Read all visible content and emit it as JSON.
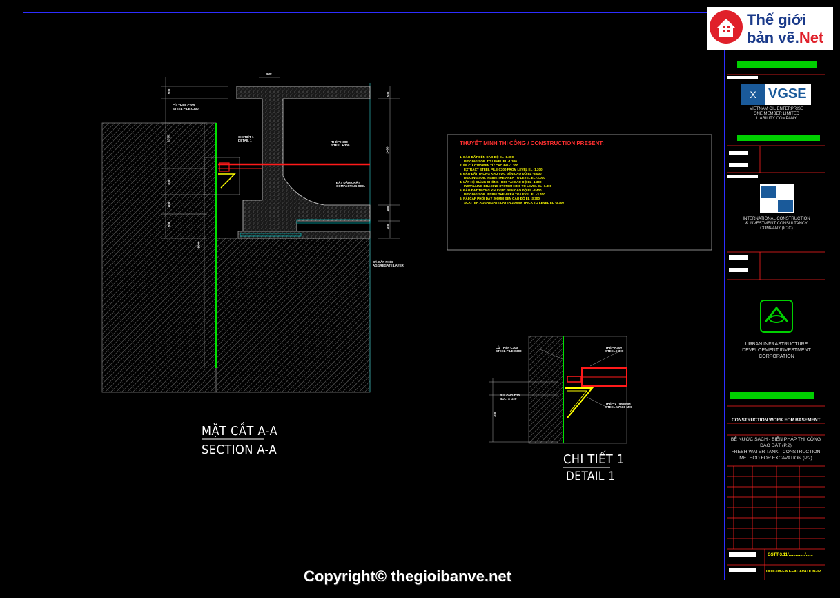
{
  "section": {
    "title_vi": "MẶT CẮT A-A",
    "title_en": "SECTION A-A",
    "labels": {
      "pile": [
        "CỪ THÉP C300",
        "STEEL PILE C300"
      ],
      "detail_ref": [
        "CHI TIẾT 1",
        "DETAIL 1"
      ],
      "steel": [
        "THÉP H300",
        "STEEL H300"
      ],
      "compact": [
        "ĐẤT ĐẦM CHẶT",
        "COMPACTING SOIL"
      ],
      "aggregate": [
        "ĐÁ CẤP PHỐI",
        "AGGREGATE LAYER"
      ]
    },
    "dims": {
      "top": "500",
      "left": [
        "500",
        "1700",
        "700",
        "400",
        "500",
        "6000"
      ],
      "right": [
        "500",
        "2400",
        "400",
        "500"
      ]
    }
  },
  "detail": {
    "title_vi": "CHI TIẾT 1",
    "title_en": "DETAIL 1",
    "labels": {
      "pile": [
        "CỪ THÉP C300",
        "STEEL PILE C300"
      ],
      "steel": [
        "THÉP H300",
        "STEEL H300"
      ],
      "bolt": [
        "BULONG D20",
        "BOLTS D20"
      ],
      "angle": [
        "THÉP V 75X6 MM",
        "STEEL V75X6 MM"
      ]
    },
    "dim": "700"
  },
  "notes": {
    "title": "THUYẾT MINH THI CÔNG / CONSTRUCTION PRESENT:",
    "lines": [
      "1. ĐÀO ĐẤT ĐẾN CAO ĐỘ EL -1.300",
      "DIGGING SOIL TO LEVEL EL -1.300",
      "2. ÉP CỪ C300 ĐẾN TỪ CAO ĐỘ -1.300",
      "EXTRACT STEEL PILE C300 FROM LEVEL EL -1.300",
      "3. ĐÀO ĐẤT TRONG KHU VỰC ĐẾN CAO ĐỘ EL -3.000",
      "DIGGING SOIL INSIDE THE AREA TO LEVEL EL -3.000",
      "4. LẮP HỆ GIẰNG CHỐNG H300 TẠI CAO ĐỘ EL -1.300",
      "INSTALLING BRACING SYSTEM H300 TO LEVEL EL -1.300",
      "5. ĐÀO ĐẤT TRONG KHU VỰC ĐẾN CAO ĐỘ EL -3.400",
      "DIGGING SOIL INSIDE THE AREA TO LEVEL EL -3.400",
      "6. RẢI CẤP PHỐI DÀY 200MM ĐẾN CAO ĐỘ EL -3.300",
      "SCATTER AGGREGATE LAYER 200MM THICK TO LEVEL EL -3.300"
    ]
  },
  "titleblock": {
    "vgse_name": "VGSE",
    "vgse_desc": [
      "VIETNAM OIL ENTERPRISE",
      "ONE MEMBER LIMITED",
      "LIABILITY COMPANY"
    ],
    "icc_desc": [
      "INTERNATIONAL CONSTRUCTION",
      "& INVESTMENT CONSULTANCY",
      "COMPANY (ICIC)"
    ],
    "udic_desc": [
      "URBAN INFRASTRUCTURE",
      "DEVELOPMENT INVESTMENT",
      "CORPORATION"
    ],
    "work_title": "CONSTRUCTION WORK FOR BASEMENT",
    "drawing_title": [
      "BỂ NƯỚC SẠCH - BIỆN PHÁP THI CÔNG",
      "ĐÀO ĐẤT (P.2)",
      "FRESH WATER TANK - CONSTRUCTION",
      "METHOD FOR EXCAVATION (P.2)"
    ],
    "sheet_no": "GSTT-3.11/............../......",
    "drawing_code": "UDIC-08-FWT-EXCAVATION-02"
  },
  "watermark": {
    "logo_line1": "Thế giới",
    "logo_line2": "bản vẽ.",
    "logo_net": "Net",
    "copyright": "Copyright© thegioibanve.net"
  }
}
